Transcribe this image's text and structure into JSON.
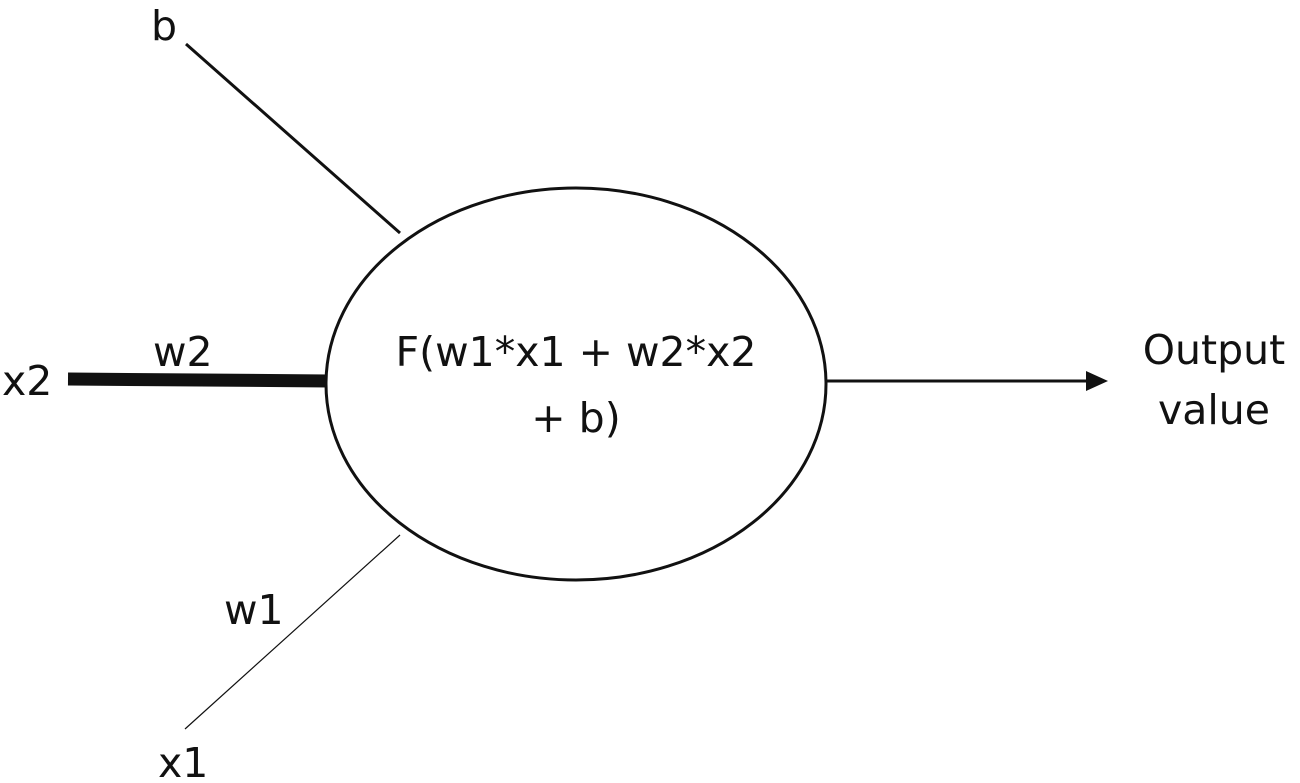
{
  "diagram": {
    "node": {
      "formula_line1": "F(w1*x1 + w2*x2",
      "formula_line2": "+ b)"
    },
    "inputs": {
      "bias": {
        "label": "b"
      },
      "x2": {
        "label": "x2",
        "weight_label": "w2"
      },
      "x1": {
        "label": "x1",
        "weight_label": "w1"
      }
    },
    "output": {
      "label_line1": "Output",
      "label_line2": "value"
    },
    "colors": {
      "stroke": "#111111",
      "background": "#ffffff"
    }
  }
}
